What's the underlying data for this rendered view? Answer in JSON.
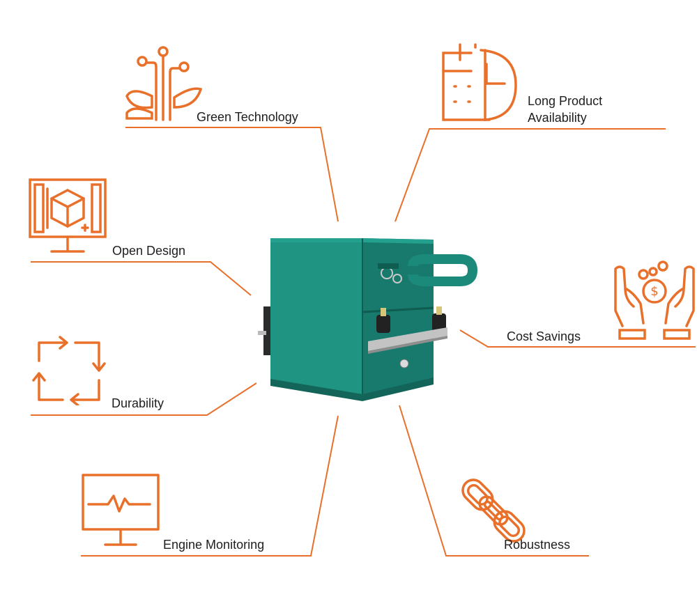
{
  "colors": {
    "accent": "#e8702a",
    "product_body": "#1e8f7f",
    "product_dark": "#146a5e",
    "text": "#1e1e1e"
  },
  "features": [
    {
      "id": "green-technology",
      "label": "Green Technology",
      "icon": "plant-circuit-icon"
    },
    {
      "id": "long-product-availability",
      "label_line1": "Long Product",
      "label_line2": "Availability",
      "icon": "calendar-clock-icon"
    },
    {
      "id": "open-design",
      "label": "Open Design",
      "icon": "monitor-cube-icon"
    },
    {
      "id": "cost-savings",
      "label": "Cost Savings",
      "icon": "hands-coins-icon"
    },
    {
      "id": "durability",
      "label": "Durability",
      "icon": "cycle-arrows-icon"
    },
    {
      "id": "engine-monitoring",
      "label": "Engine Monitoring",
      "icon": "monitor-pulse-icon"
    },
    {
      "id": "robustness",
      "label": "Robustness",
      "icon": "chain-link-icon"
    }
  ],
  "product": {
    "icon": "teal-enclosure-unit"
  }
}
